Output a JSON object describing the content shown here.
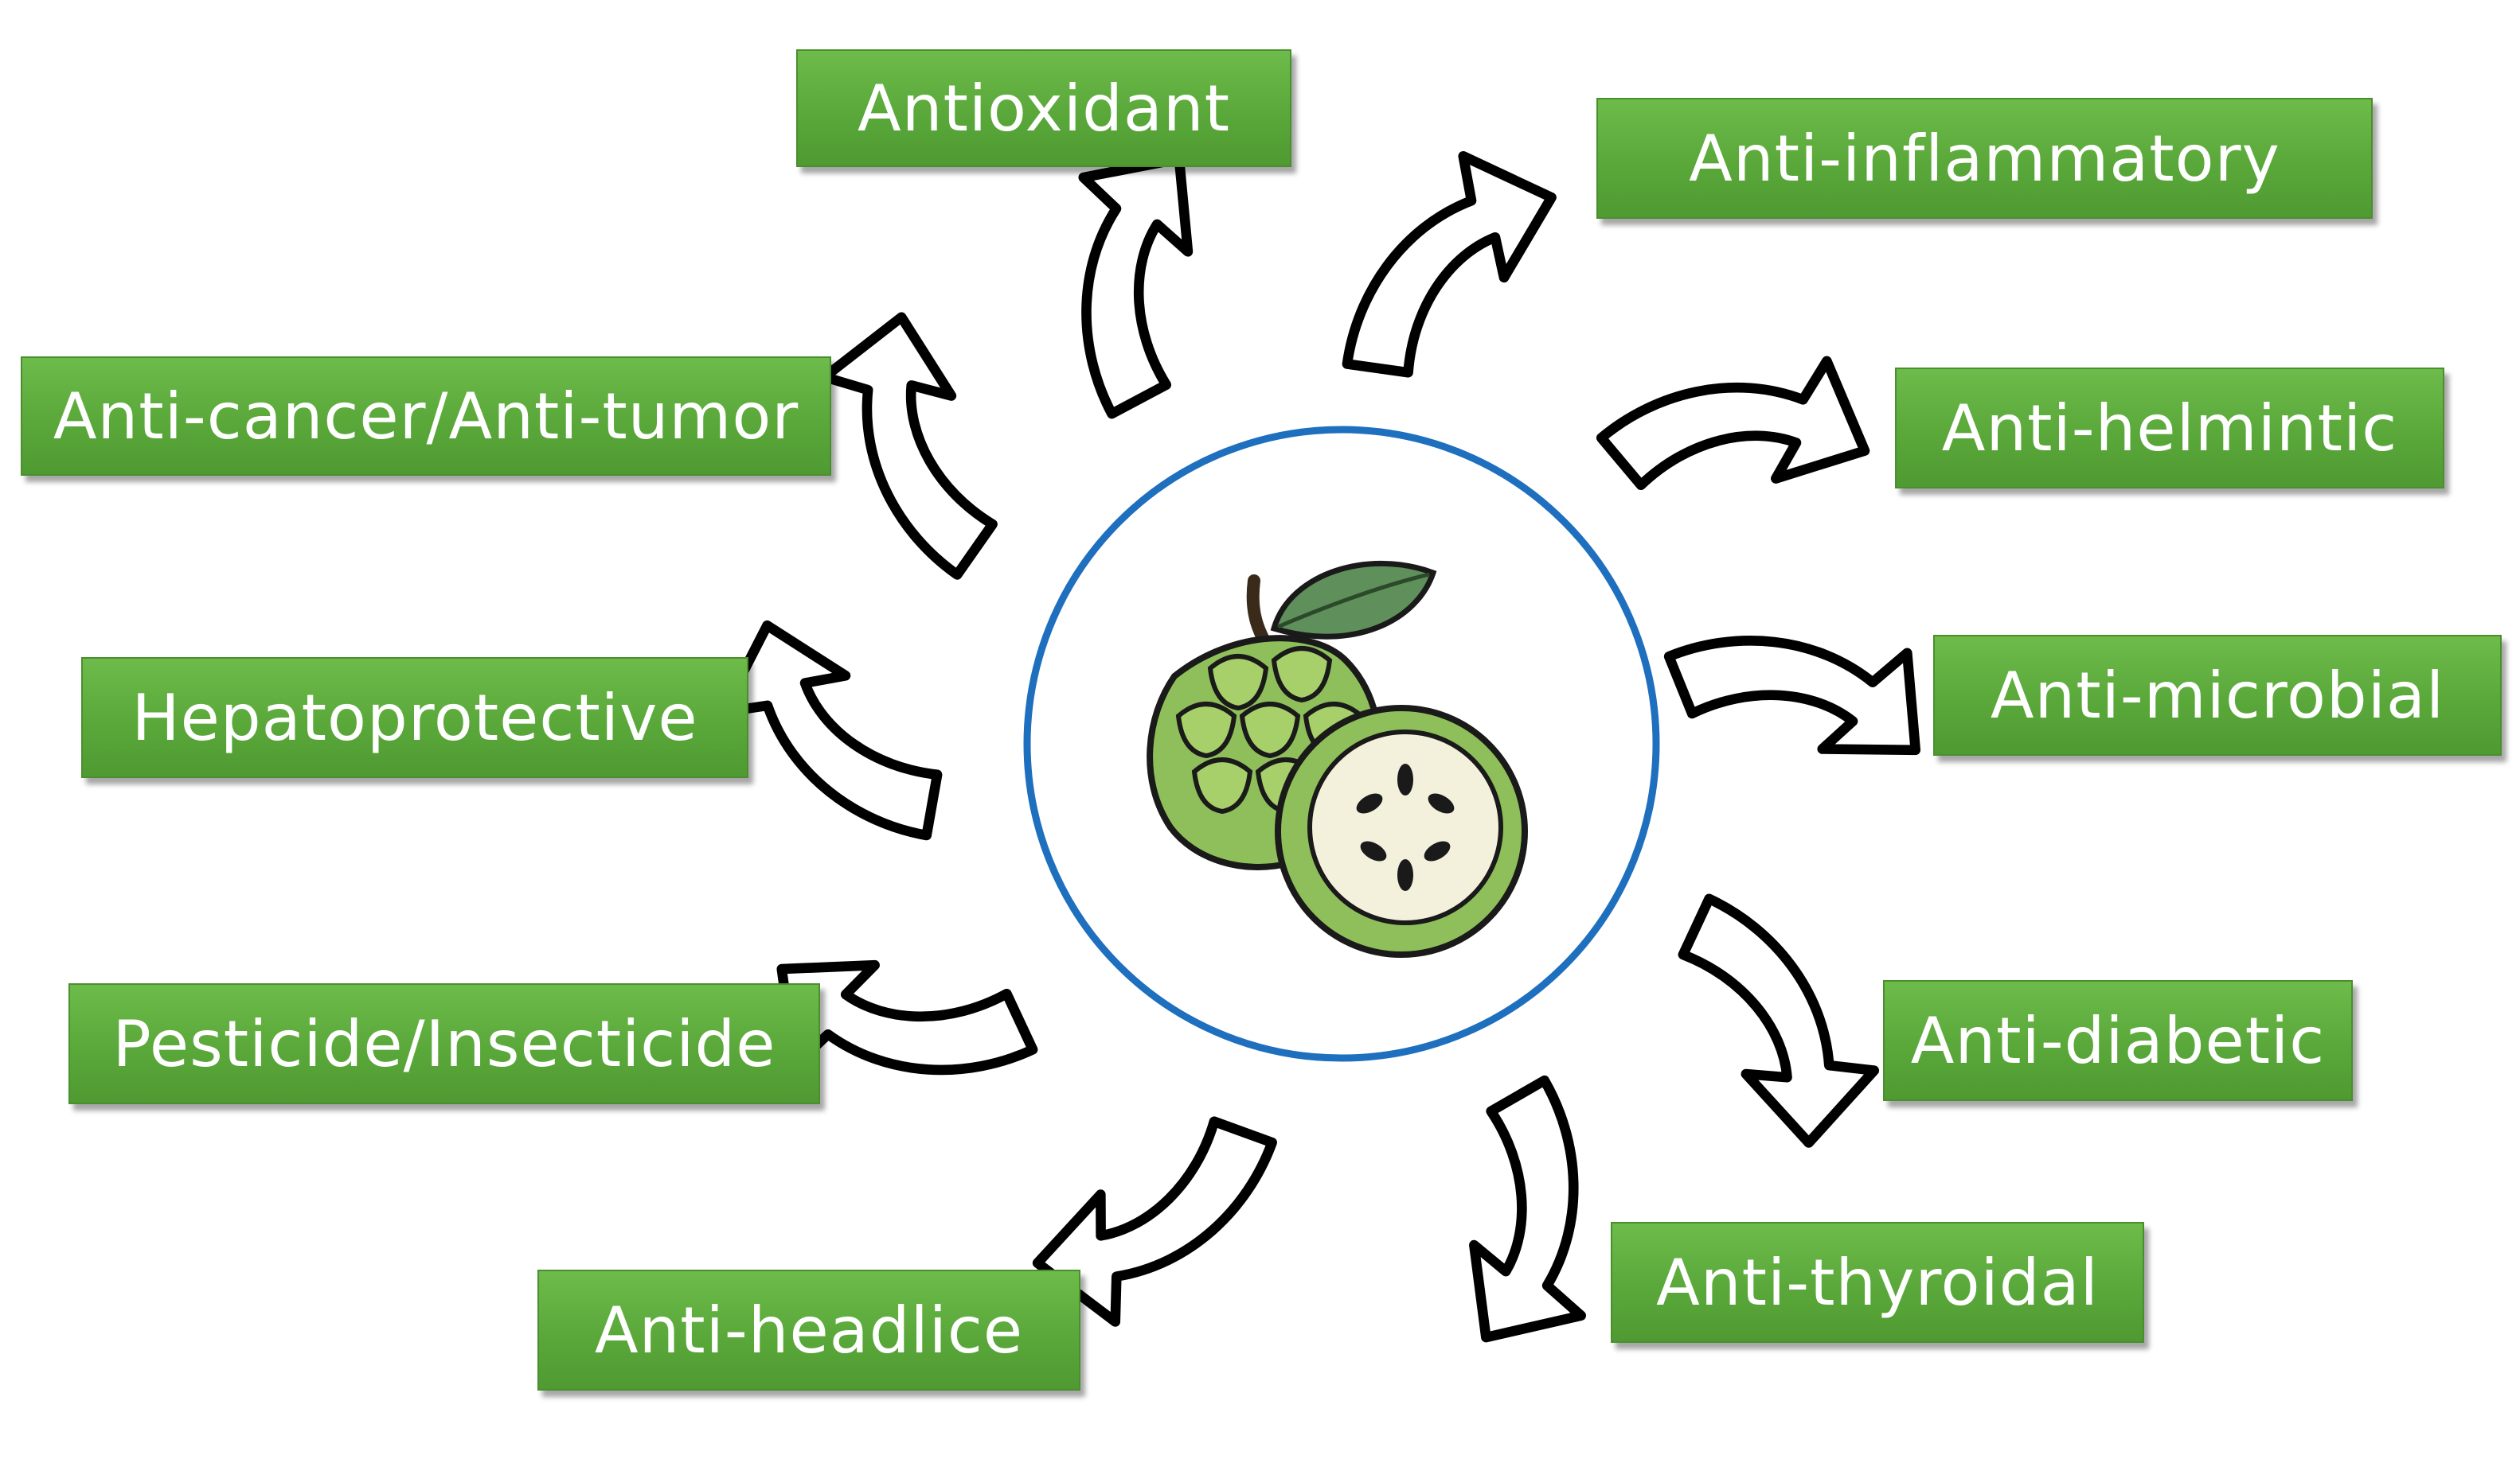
{
  "diagram": {
    "labels": {
      "antioxidant": "Antioxidant",
      "anti_inflammatory": "Anti-inflammatory",
      "anti_cancer": "Anti-cancer/Anti-tumor",
      "anti_helmintic": "Anti-helmintic",
      "hepatoprotective": "Hepatoprotective",
      "anti_microbial": "Anti-microbial",
      "pesticide": "Pesticide/Insecticide",
      "anti_diabetic": "Anti-diabetic",
      "anti_headlice": "Anti-headlice",
      "anti_thyroidal": "Anti-thyroidal"
    },
    "colors": {
      "label_fill": "#5aa83a",
      "label_text": "#ffffff",
      "circle_stroke": "#1f6fbf",
      "arrow_stroke": "#000000",
      "fruit_green": "#8fbf5a",
      "fruit_flesh": "#f3f1dc"
    },
    "icons": {
      "center": "custard-apple-icon",
      "arrows": "curved-arrow-icon"
    }
  }
}
